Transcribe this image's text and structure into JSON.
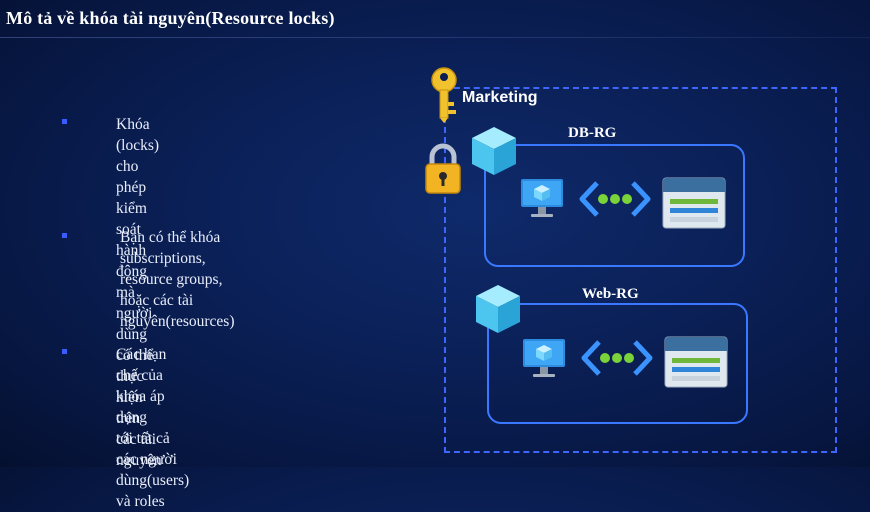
{
  "slide": {
    "title": "Mô tả về khóa tài nguyên(Resource locks)"
  },
  "bullets": [
    {
      "text": "Khóa (locks) cho phép kiểm soát\nhành động mà người dùng có thể\nthực hiện trên các tài nguyên"
    },
    {
      "text": "Bạn có thể khóa subscriptions,\nresource groups, hoặc các tài\nnguyên(resources)"
    },
    {
      "text": "Các hạn chế của khóa áp dụng\ntới tất cả các người dùng(users)\nvà roles"
    }
  ],
  "diagram": {
    "management_group": "Marketing",
    "resource_groups": [
      {
        "name": "DB-RG"
      },
      {
        "name": "Web-RG"
      }
    ],
    "icons": [
      "key-icon",
      "lock-icon",
      "resource-cube-icon",
      "virtual-machine-icon",
      "connection-icon",
      "storage-icon"
    ]
  },
  "colors": {
    "accent_blue": "#3a78ff",
    "dashed_border": "#3d66ff",
    "key_gold": "#f2c12e",
    "cube_cyan": "#5fd3f5",
    "connector_green": "#7bd33a"
  }
}
